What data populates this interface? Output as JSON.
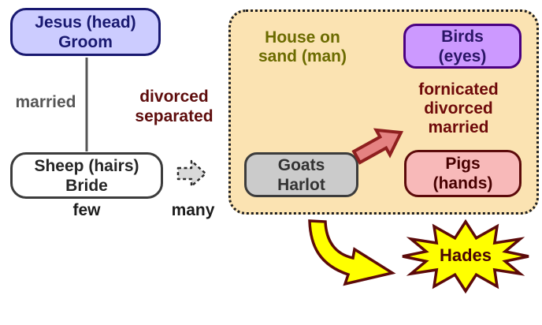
{
  "diagram": {
    "nodes": {
      "jesus": {
        "line1": "Jesus (head)",
        "line2": "Groom"
      },
      "sheep": {
        "line1": "Sheep (hairs)",
        "line2": "Bride"
      },
      "birds": {
        "line1": "Birds",
        "line2": "(eyes)"
      },
      "goats": {
        "line1": "Goats",
        "line2": "Harlot"
      },
      "pigs": {
        "line1": "Pigs",
        "line2": "(hands)"
      },
      "hades": {
        "label": "Hades"
      }
    },
    "labels": {
      "married": "married",
      "divorced": "divorced",
      "separated": "separated",
      "few": "few",
      "many": "many",
      "house_line1": "House on",
      "house_line2": "sand (man)",
      "fornicated": "fornicated",
      "fornicated_divorced": "divorced",
      "fornicated_married": "married"
    },
    "icons": {
      "flow_arrow": "dashed-right-block-arrow",
      "backslide_arrow": "red-up-right-block-arrow",
      "hades_arrow": "yellow-curved-down-right-arrow",
      "hades_shape": "yellow-starburst"
    },
    "palette": {
      "jesus_fill": "#ccccff",
      "jesus_border": "#191970",
      "container_fill": "#fbe3b2",
      "container_border": "#1f1f1f",
      "birds_fill": "#cc99ff",
      "birds_border": "#4b0082",
      "goats_fill": "#cbcbcb",
      "goats_border": "#3c3c3c",
      "pigs_fill": "#f8b9b9",
      "pigs_border": "#5c0a0a",
      "maroon_text": "#6e0a0a",
      "olive_text": "#6b6b00",
      "gray_text": "#565656",
      "dark_text": "#1c1c1c",
      "red_arrow_fill": "#e58282",
      "red_arrow_border": "#8f1f1f",
      "yellow": "#ffff00",
      "yellow_border": "#5c0a0a"
    }
  }
}
